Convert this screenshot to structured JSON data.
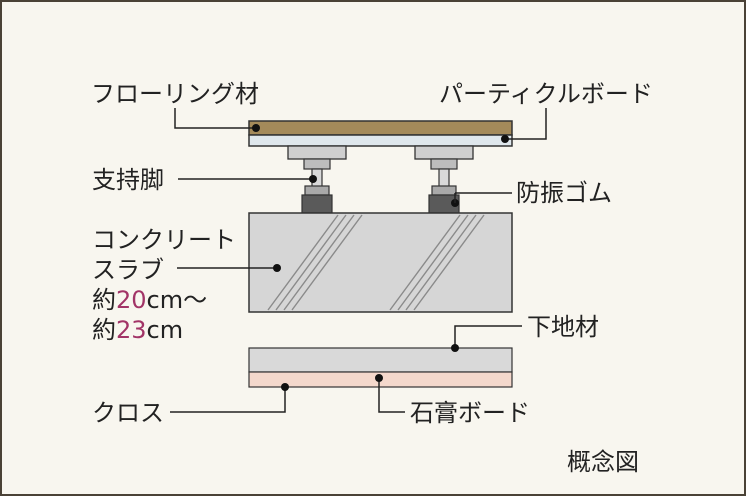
{
  "labels": {
    "flooring": "フローリング材",
    "particleboard": "パーティクルボード",
    "support_leg": "支持脚",
    "vibration_rubber": "防振ゴム",
    "slab_line1": "コンクリート",
    "slab_line2": "スラブ",
    "slab_thickness1_prefix": "約",
    "slab_thickness1_value": "20",
    "slab_thickness1_unit": "cm〜",
    "slab_thickness2_prefix": "約",
    "slab_thickness2_value": "23",
    "slab_thickness2_unit": "cm",
    "base_material": "下地材",
    "cloth": "クロス",
    "gypsum_board": "石膏ボード",
    "caption": "概念図"
  },
  "colors": {
    "flooring": "#a48a5a",
    "particleboard": "#dfe7ec",
    "slab": "#d6d6d6",
    "base": "#d9d9d9",
    "gypsum": "#f4d8cc",
    "accent": "#a23467"
  }
}
